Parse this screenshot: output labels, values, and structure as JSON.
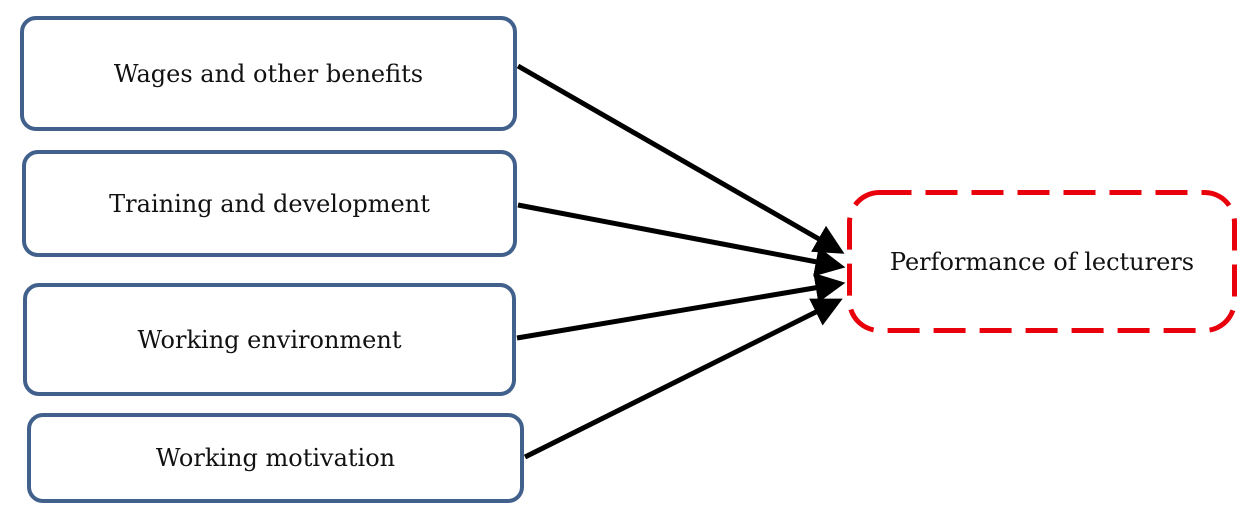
{
  "factors": [
    {
      "label": "Wages and other benefits"
    },
    {
      "label": "Training and development"
    },
    {
      "label": "Working environment"
    },
    {
      "label": "Working motivation"
    }
  ],
  "outcome": {
    "label": "Performance of lecturers"
  },
  "colors": {
    "factor_border": "#41618c",
    "outcome_border": "#e8000b",
    "arrow": "#000000"
  }
}
